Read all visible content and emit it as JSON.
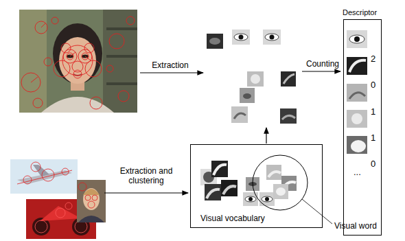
{
  "diagram": {
    "nodes": [
      {
        "text": [
          "Descriptor",
          "2",
          "0",
          "1",
          "1",
          "0",
          "..."
        ]
      },
      {
        "text": [
          "Visual vocabulary"
        ]
      }
    ],
    "labels": [
      "Extraction",
      "Counting",
      "Extraction and clustering",
      "Visual word"
    ]
  }
}
